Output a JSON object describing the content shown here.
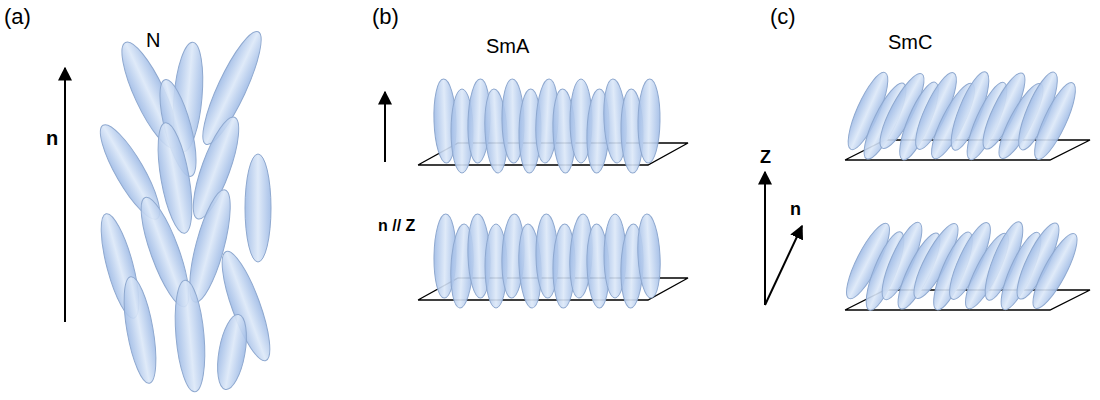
{
  "diagram": {
    "labels": [
      "(a)",
      "N",
      "n",
      "(b)",
      "SmA",
      "n // Z",
      "(c)",
      "SmC",
      "Z",
      "n"
    ]
  }
}
